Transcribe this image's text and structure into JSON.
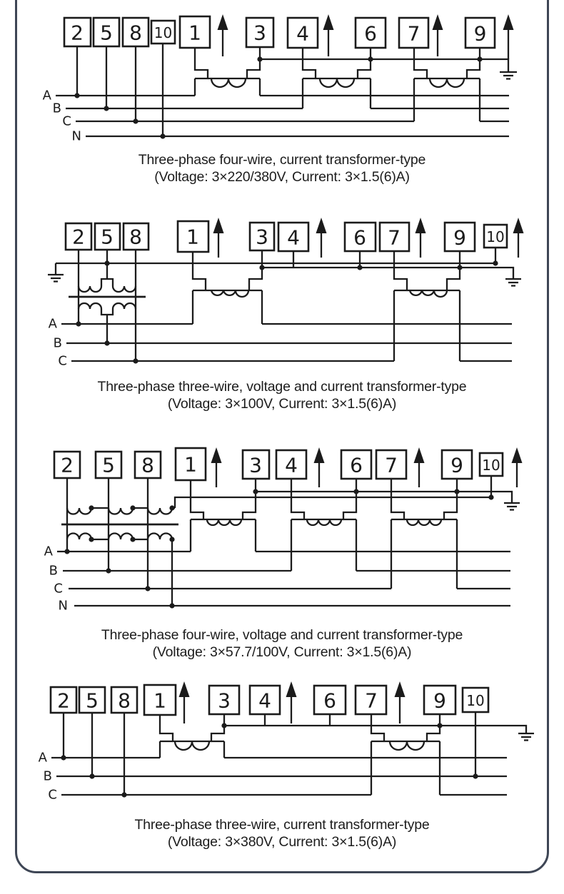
{
  "page": {
    "background": "#ffffff",
    "border_color": "#3e4655",
    "ink_color": "#1b1b1b"
  },
  "diagrams": [
    {
      "caption": {
        "line1": "Three-phase four-wire, current transformer-type",
        "line2": "(Voltage: 3×220/380V, Current: 3×1.5(6)A)"
      },
      "terminals": [
        "2",
        "5",
        "8",
        "10",
        "1",
        "3",
        "4",
        "6",
        "7",
        "9"
      ],
      "phases": [
        "A",
        "B",
        "C",
        "N"
      ]
    },
    {
      "caption": {
        "line1": "Three-phase three-wire, voltage and current transformer-type",
        "line2": "(Voltage: 3×100V, Current: 3×1.5(6)A)"
      },
      "terminals": [
        "2",
        "5",
        "8",
        "1",
        "3",
        "4",
        "6",
        "7",
        "9",
        "10"
      ],
      "phases": [
        "A",
        "B",
        "C"
      ]
    },
    {
      "caption": {
        "line1": "Three-phase four-wire, voltage and current transformer-type",
        "line2": "(Voltage: 3×57.7/100V, Current: 3×1.5(6)A)"
      },
      "terminals": [
        "2",
        "5",
        "8",
        "1",
        "3",
        "4",
        "6",
        "7",
        "9",
        "10"
      ],
      "phases": [
        "A",
        "B",
        "C",
        "N"
      ]
    },
    {
      "caption": {
        "line1": "Three-phase three-wire, current transformer-type",
        "line2": "(Voltage: 3×380V, Current: 3×1.5(6)A)"
      },
      "terminals": [
        "2",
        "5",
        "8",
        "1",
        "3",
        "4",
        "6",
        "7",
        "9",
        "10"
      ],
      "phases": [
        "A",
        "B",
        "C"
      ]
    }
  ]
}
